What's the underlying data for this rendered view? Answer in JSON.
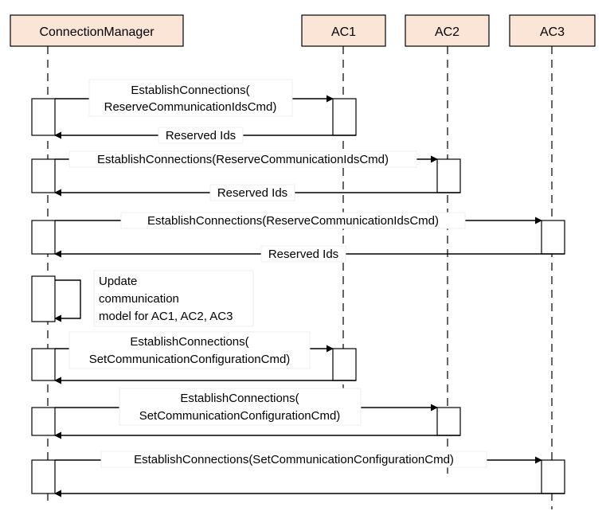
{
  "participants": [
    {
      "id": "cm",
      "label": "ConnectionManager"
    },
    {
      "id": "ac1",
      "label": "AC1"
    },
    {
      "id": "ac2",
      "label": "AC2"
    },
    {
      "id": "ac3",
      "label": "AC3"
    }
  ],
  "messages": [
    {
      "id": "m1",
      "lines": [
        "EstablishConnections(",
        "ReserveCommunicationIdsCmd)"
      ]
    },
    {
      "id": "m2",
      "lines": [
        "Reserved Ids"
      ]
    },
    {
      "id": "m3",
      "lines": [
        "EstablishConnections(ReserveCommunicationIdsCmd)"
      ]
    },
    {
      "id": "m4",
      "lines": [
        "Reserved Ids"
      ]
    },
    {
      "id": "m5",
      "lines": [
        "EstablishConnections(ReserveCommunicationIdsCmd)"
      ]
    },
    {
      "id": "m6",
      "lines": [
        "Reserved Ids"
      ]
    },
    {
      "id": "m7",
      "lines": [
        "Update",
        "communication",
        "model for AC1, AC2, AC3"
      ]
    },
    {
      "id": "m8",
      "lines": [
        "EstablishConnections(",
        "SetCommunicationConfigurationCmd)"
      ]
    },
    {
      "id": "m9",
      "lines": [
        "EstablishConnections(",
        "SetCommunicationConfigurationCmd)"
      ]
    },
    {
      "id": "m10",
      "lines": [
        "EstablishConnections(SetCommunicationConfigurationCmd)"
      ]
    }
  ]
}
